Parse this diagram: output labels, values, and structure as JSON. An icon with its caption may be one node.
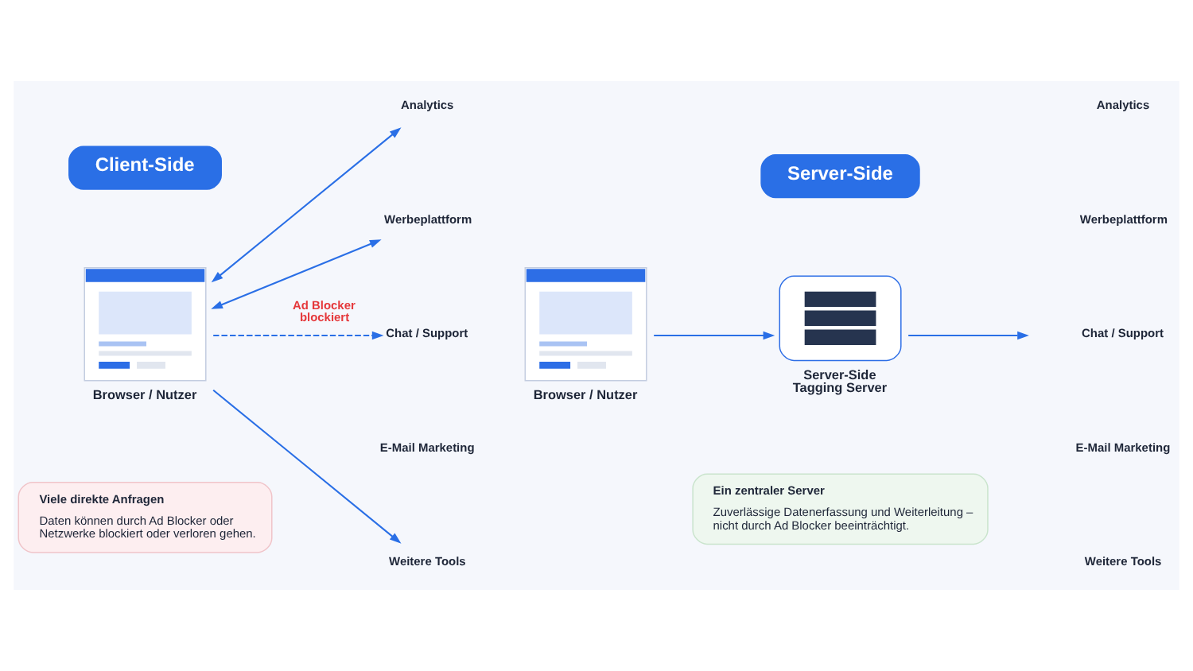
{
  "diagram": {
    "nodes": [
      {
        "text": [
          "Client-Side"
        ]
      },
      {
        "text": [
          "Browser / Nutzer"
        ]
      },
      {
        "text": [
          "Analytics"
        ]
      },
      {
        "text": [
          "Werbeplattform"
        ]
      },
      {
        "text": [
          "Chat / Support"
        ]
      },
      {
        "text": [
          "E-Mail Marketing"
        ]
      },
      {
        "text": [
          "Weitere Tools"
        ]
      },
      {
        "text": [
          "Viele direkte Anfragen",
          "Daten können durch Ad Blocker oder Netzwerke blockiert oder verloren gehen."
        ]
      },
      {
        "text": [
          "Server-Side"
        ]
      },
      {
        "text": [
          "Browser / Nutzer"
        ]
      },
      {
        "text": [
          "Server-Side Tagging Server"
        ]
      },
      {
        "text": [
          "Analytics"
        ]
      },
      {
        "text": [
          "Werbeplattform"
        ]
      },
      {
        "text": [
          "Chat / Support"
        ]
      },
      {
        "text": [
          "E-Mail Marketing"
        ]
      },
      {
        "text": [
          "Weitere Tools"
        ]
      },
      {
        "text": [
          "Ein zentraler Server",
          "Zuverlässige Datenerfassung und Weiterleitung – nicht durch Ad Blocker beeinträchtigt."
        ]
      }
    ],
    "edges": [
      {
        "from": 1,
        "to": 2,
        "arrow": "both"
      },
      {
        "from": 1,
        "to": 3,
        "arrow": "both"
      },
      {
        "from": 1,
        "to": 4,
        "arrow": "to",
        "style": "dashed",
        "label": "Ad Blocker blockiert"
      },
      {
        "from": 1,
        "to": 6,
        "arrow": "to"
      },
      {
        "from": 9,
        "to": 10,
        "arrow": "to"
      },
      {
        "from": 10,
        "to": null,
        "arrow": "to"
      }
    ]
  }
}
